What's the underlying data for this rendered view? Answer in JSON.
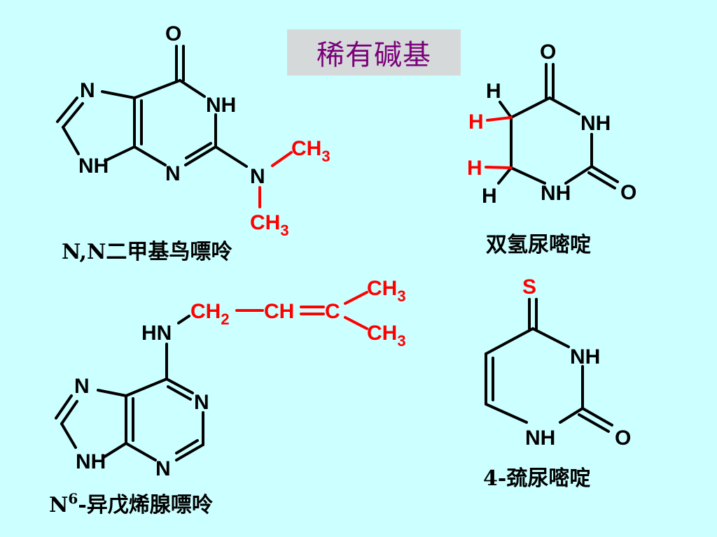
{
  "title": "稀有碱基",
  "colors": {
    "background": "#ccffff",
    "title_box": "#d6d9d9",
    "title_text": "#7a007a",
    "highlight": "#ff0000",
    "bond": "#000000"
  },
  "molecules": {
    "dimethylguanine": {
      "name": "N,N二甲基鸟嘌呤",
      "atoms": {
        "o": "O",
        "n7": "N",
        "n1": "NH",
        "n9": "NH",
        "n3": "N",
        "n_amine": "N",
        "ch3_top": "CH",
        "ch3_top_sub": "3",
        "ch3_bottom": "CH",
        "ch3_bottom_sub": "3"
      }
    },
    "dihydrouracil": {
      "name": "双氢尿嘧啶",
      "atoms": {
        "o_top": "O",
        "nh3": "NH",
        "nh1": "NH",
        "o_right": "O",
        "h_a": "H",
        "h_b": "H",
        "h_c": "H",
        "h_d": "H"
      }
    },
    "isopentenyladenine": {
      "name_main": "N",
      "name_sup": "6",
      "name_rest": "-异戊烯腺嘌呤",
      "atoms": {
        "hn": "HN",
        "ch2": "CH",
        "ch2_sub": "2",
        "ch": "CH",
        "c": "C",
        "ch3_a": "CH",
        "ch3_a_sub": "3",
        "ch3_b": "CH",
        "ch3_b_sub": "3",
        "n7": "N",
        "n1": "N",
        "n9": "NH",
        "n3": "N"
      }
    },
    "thiouracil": {
      "name": "4-巯尿嘧啶",
      "atoms": {
        "s": "S",
        "nh3": "NH",
        "nh1": "NH",
        "o": "O"
      }
    }
  }
}
